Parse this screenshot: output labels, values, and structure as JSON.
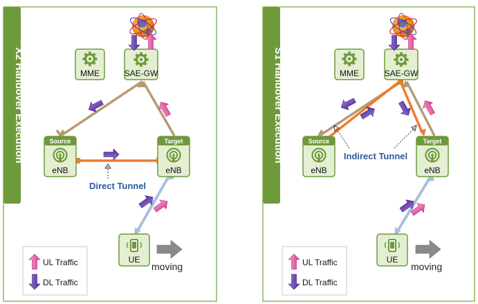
{
  "panels": [
    {
      "title": "X2 Handover Execution",
      "nodes": {
        "mme": "MME",
        "sae_gw": "SAE-GW",
        "source_tag": "Source",
        "source": "eNB",
        "target_tag": "Target",
        "target": "eNB",
        "ue": "UE"
      },
      "tunnel_label": "Direct Tunnel",
      "moving": "moving",
      "legend": {
        "ul": "UL Traffic",
        "dl": "DL Traffic"
      }
    },
    {
      "title": "S1 Handover Execution",
      "nodes": {
        "mme": "MME",
        "sae_gw": "SAE-GW",
        "source_tag": "Source",
        "source": "eNB",
        "target_tag": "Target",
        "target": "eNB",
        "ue": "UE"
      },
      "tunnel_label": "Indirect Tunnel",
      "moving": "moving",
      "legend": {
        "ul": "UL Traffic",
        "dl": "DL Traffic"
      }
    }
  ],
  "colors": {
    "panel_border": "#8cb560",
    "title_bar": "#6f9a3c",
    "node_fill": "#e4efd2",
    "node_border": "#6f9a3c",
    "link_tan": "#b69a74",
    "tunnel_orange": "#f07b2a",
    "radio_link": "#a9bfdb",
    "ul_arrow": "#e0559f",
    "dl_arrow": "#6b3fb5",
    "moving_arrow": "#8a8a8a",
    "tunnel_text": "#2e5b9a"
  },
  "icons": [
    "gear-icon",
    "globe-icon",
    "antenna-icon",
    "phone-icon",
    "ul-arrow-icon",
    "dl-arrow-icon",
    "moving-arrow-icon"
  ]
}
